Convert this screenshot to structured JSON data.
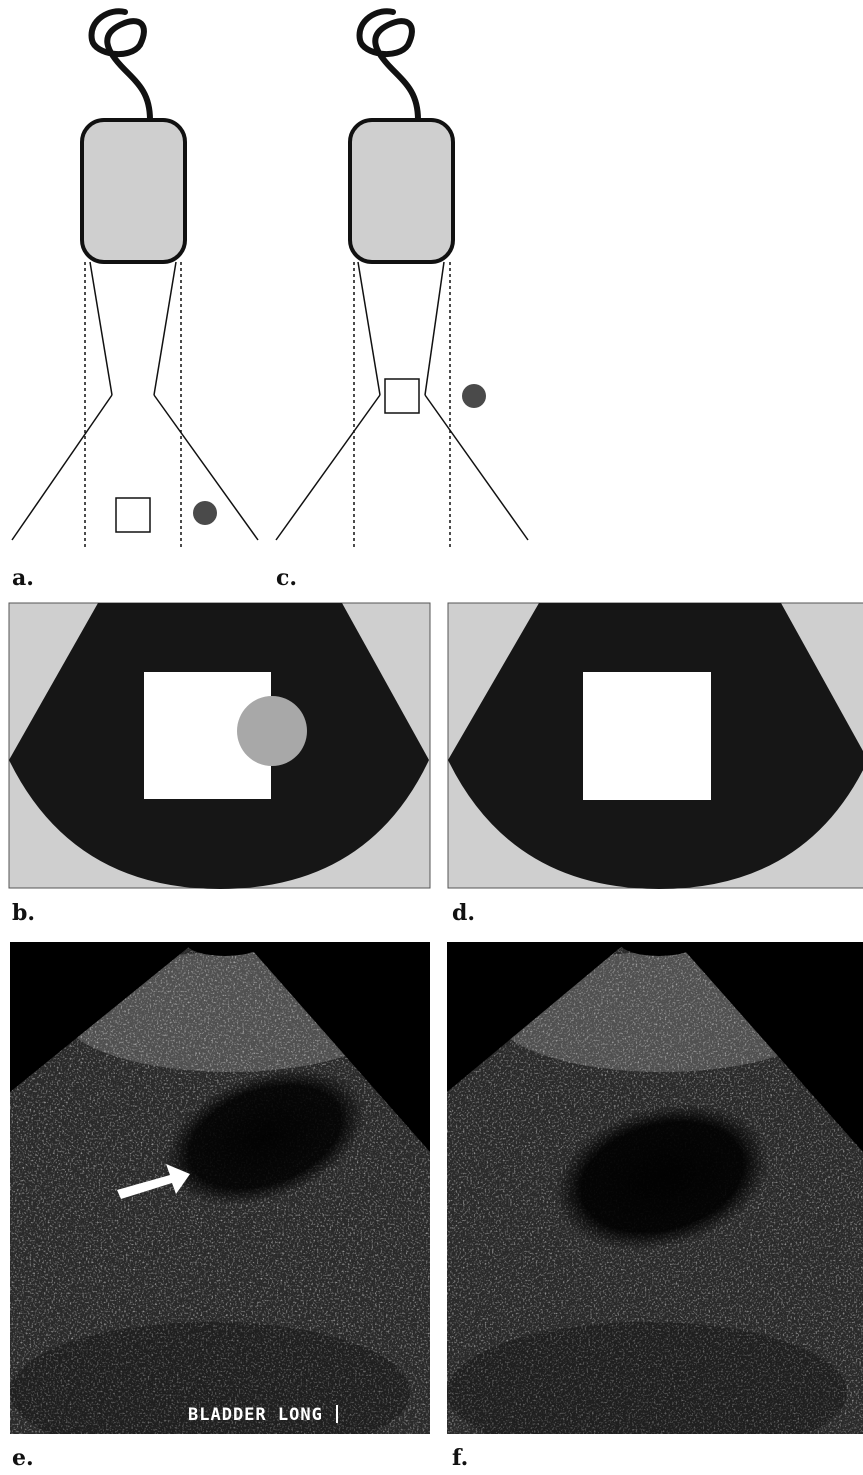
{
  "labels": {
    "a": "a.",
    "b": "b.",
    "c": "c.",
    "d": "d.",
    "e": "e.",
    "f": "f."
  },
  "ultrasound": {
    "e_caption": "BLADDER LONG"
  },
  "colors": {
    "transducer_fill": "#cfcfcf",
    "sector": "#161616",
    "background_gray": "#cfcfcf",
    "object_circle_dark": "#4a4a4a",
    "object_circle_light": "#a8a8a8"
  }
}
